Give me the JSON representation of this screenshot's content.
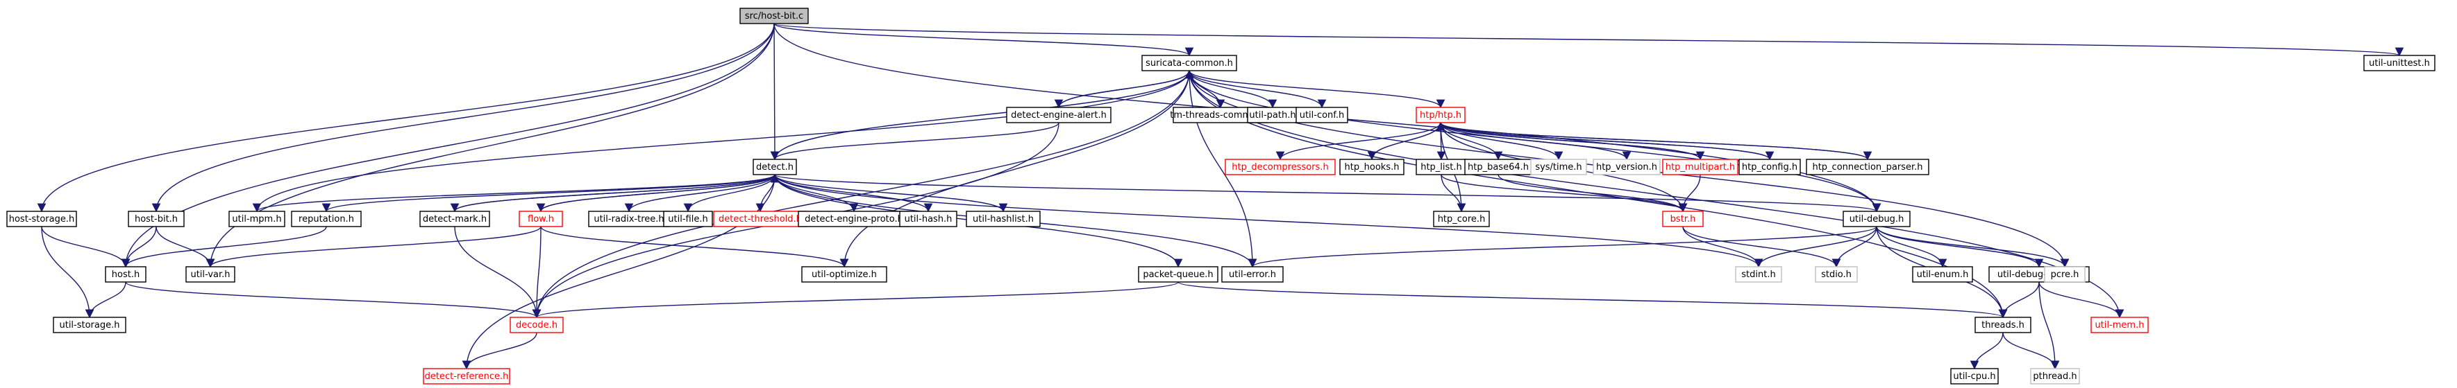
{
  "colors": {
    "edge": "#191970",
    "node_border": "#000000",
    "root_fill": "#bfbfbf",
    "missing_border": "#bfbfbf",
    "incomplete_border": "#ff0000"
  },
  "nodes": {
    "root": "src/host-bit.c",
    "host_storage": "host-storage.h",
    "host": "host.h",
    "util_storage": "util-storage.h",
    "host_bit": "host-bit.h",
    "util_var": "util-var.h",
    "decode": "decode.h",
    "detect_reference": "detect-reference.h",
    "detect": "detect.h",
    "suricata_common": "suricata-common.h",
    "detect_engine_alert": "detect-engine-alert.h",
    "tm_threads_common": "tm-threads-common.h",
    "util_path": "util-path.h",
    "util_conf": "util-conf.h",
    "htp": "htp/htp.h",
    "util_unittest": "util-unittest.h",
    "util_mpm": "util-mpm.h",
    "reputation": "reputation.h",
    "detect_mark": "detect-mark.h",
    "flow": "flow.h",
    "util_radix_tree": "util-radix-tree.h",
    "util_file": "util-file.h",
    "detect_threshold": "detect-threshold.h",
    "detect_engine_proto": "detect-engine-proto.h",
    "util_hash": "util-hash.h",
    "util_hashlist": "util-hashlist.h",
    "packet_queue": "packet-queue.h",
    "util_optimize": "util-optimize.h",
    "util_error": "util-error.h",
    "htp_decompressors": "htp_decompressors.h",
    "htp_hooks": "htp_hooks.h",
    "htp_list": "htp_list.h",
    "htp_base64": "htp_base64.h",
    "sys_time": "sys/time.h",
    "htp_version": "htp_version.h",
    "htp_multipart": "htp_multipart.h",
    "htp_config": "htp_config.h",
    "htp_connection_parser": "htp_connection_parser.h",
    "htp_core": "htp_core.h",
    "bstr": "bstr.h",
    "util_debug": "util-debug.h",
    "stdint": "stdint.h",
    "stdio": "stdio.h",
    "util_enum": "util-enum.h",
    "util_debug_filters": "util-debug-filters.h",
    "pcre": "pcre.h",
    "threads": "threads.h",
    "util_mem": "util-mem.h",
    "util_cpu": "util-cpu.h",
    "pthread": "pthread.h"
  }
}
